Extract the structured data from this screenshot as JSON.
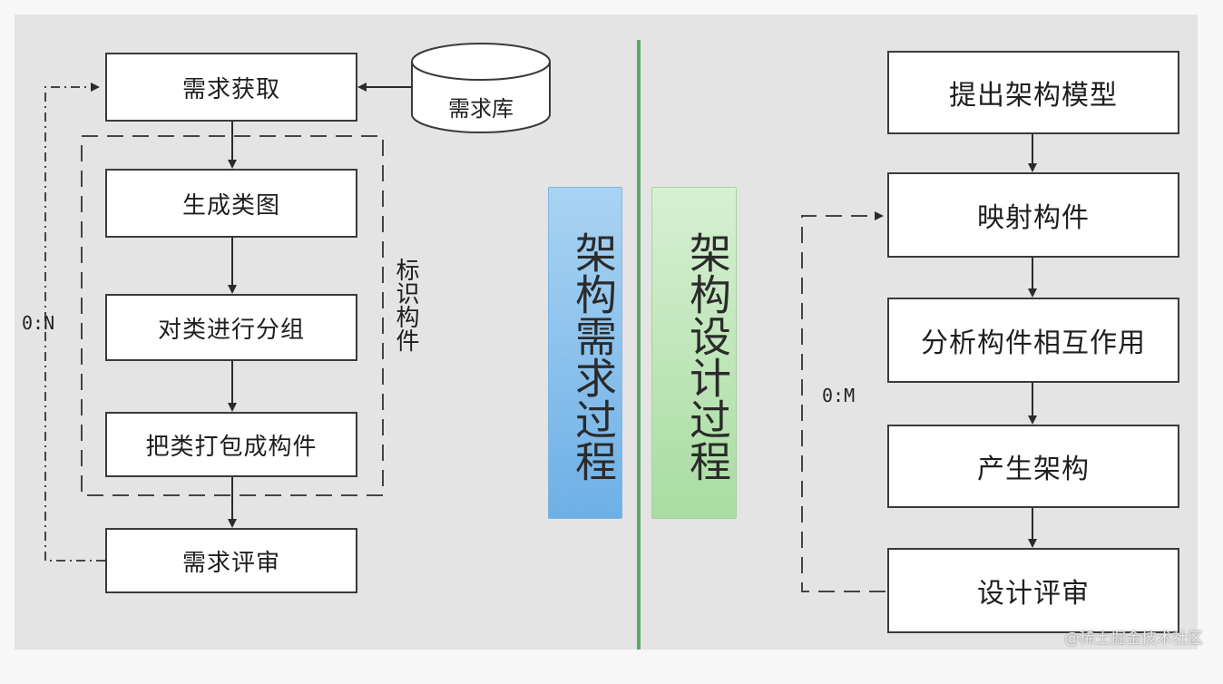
{
  "left_flow": {
    "database": "需求库",
    "steps": [
      "需求获取",
      "生成类图",
      "对类进行分组",
      "把类打包成构件",
      "需求评审"
    ],
    "group_label": "标识构件",
    "loop_label": "0:N"
  },
  "center": {
    "requirements_label": "架构需求过程",
    "design_label": "架构设计过程",
    "divider_color": "#5aa86a"
  },
  "right_flow": {
    "steps": [
      "提出架构模型",
      "映射构件",
      "分析构件相互作用",
      "产生架构",
      "设计评审"
    ],
    "loop_label": "0:M"
  },
  "watermark": "@稀土掘金技术社区"
}
